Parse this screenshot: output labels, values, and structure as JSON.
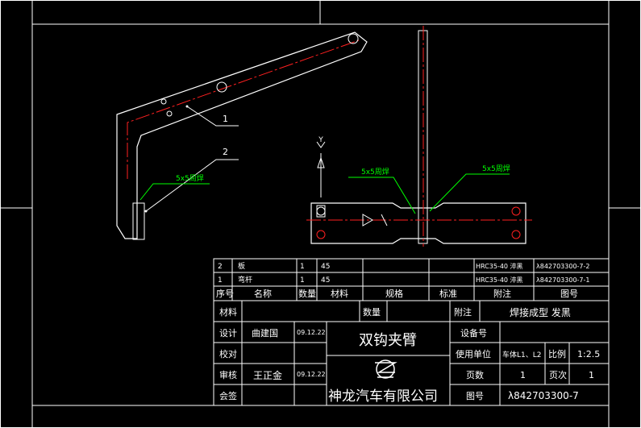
{
  "labels": {
    "callout_1": "1",
    "callout_2": "2",
    "weld_left": "5x5周焊",
    "weld_mid": "5x5周焊",
    "weld_right": "5x5周焊",
    "axis_y": "Y"
  },
  "bom": {
    "rows": [
      {
        "no": "2",
        "name": "板",
        "qty": "1",
        "material": "45",
        "spec": "",
        "standard": "",
        "note": "HRC35-40 淬黑",
        "drawing": "λ842703300-7-2"
      },
      {
        "no": "1",
        "name": "弯杆",
        "qty": "1",
        "material": "45",
        "spec": "",
        "standard": "",
        "note": "HRC35-40 淬黑",
        "drawing": "λ842703300-7-1"
      }
    ],
    "header": {
      "no": "序号",
      "name": "名称",
      "qty": "数量",
      "material": "材料",
      "spec": "规格",
      "standard": "标准",
      "note": "附注",
      "drawing": "图号"
    }
  },
  "title_block": {
    "material_label": "材料",
    "quantity_label": "数量",
    "note_label": "附注",
    "note_value": "焊接成型 发黑",
    "design_label": "设计",
    "designer": "曲建国",
    "design_date": "09.12.22",
    "check_label": "校对",
    "review_label": "审核",
    "reviewer": "王正金",
    "review_date": "09.12.22",
    "sign_label": "会签",
    "part_title": "双钩夹臂",
    "company": "神龙汽车有限公司",
    "equipment_label": "设备号",
    "unit_label": "使用单位",
    "unit_value": "车体L1、L2",
    "scale_label": "比例",
    "scale_value": "1:2.5",
    "pages_label": "页数",
    "pages_value": "1",
    "page_label": "页次",
    "page_value": "1",
    "drawing_no_label": "图号",
    "drawing_no": "λ842703300-7"
  },
  "colors": {
    "background": "#000000",
    "line": "#ffffff",
    "center_line": "#ff2020",
    "weld": "#00ff00",
    "leader": "#00ff00"
  }
}
